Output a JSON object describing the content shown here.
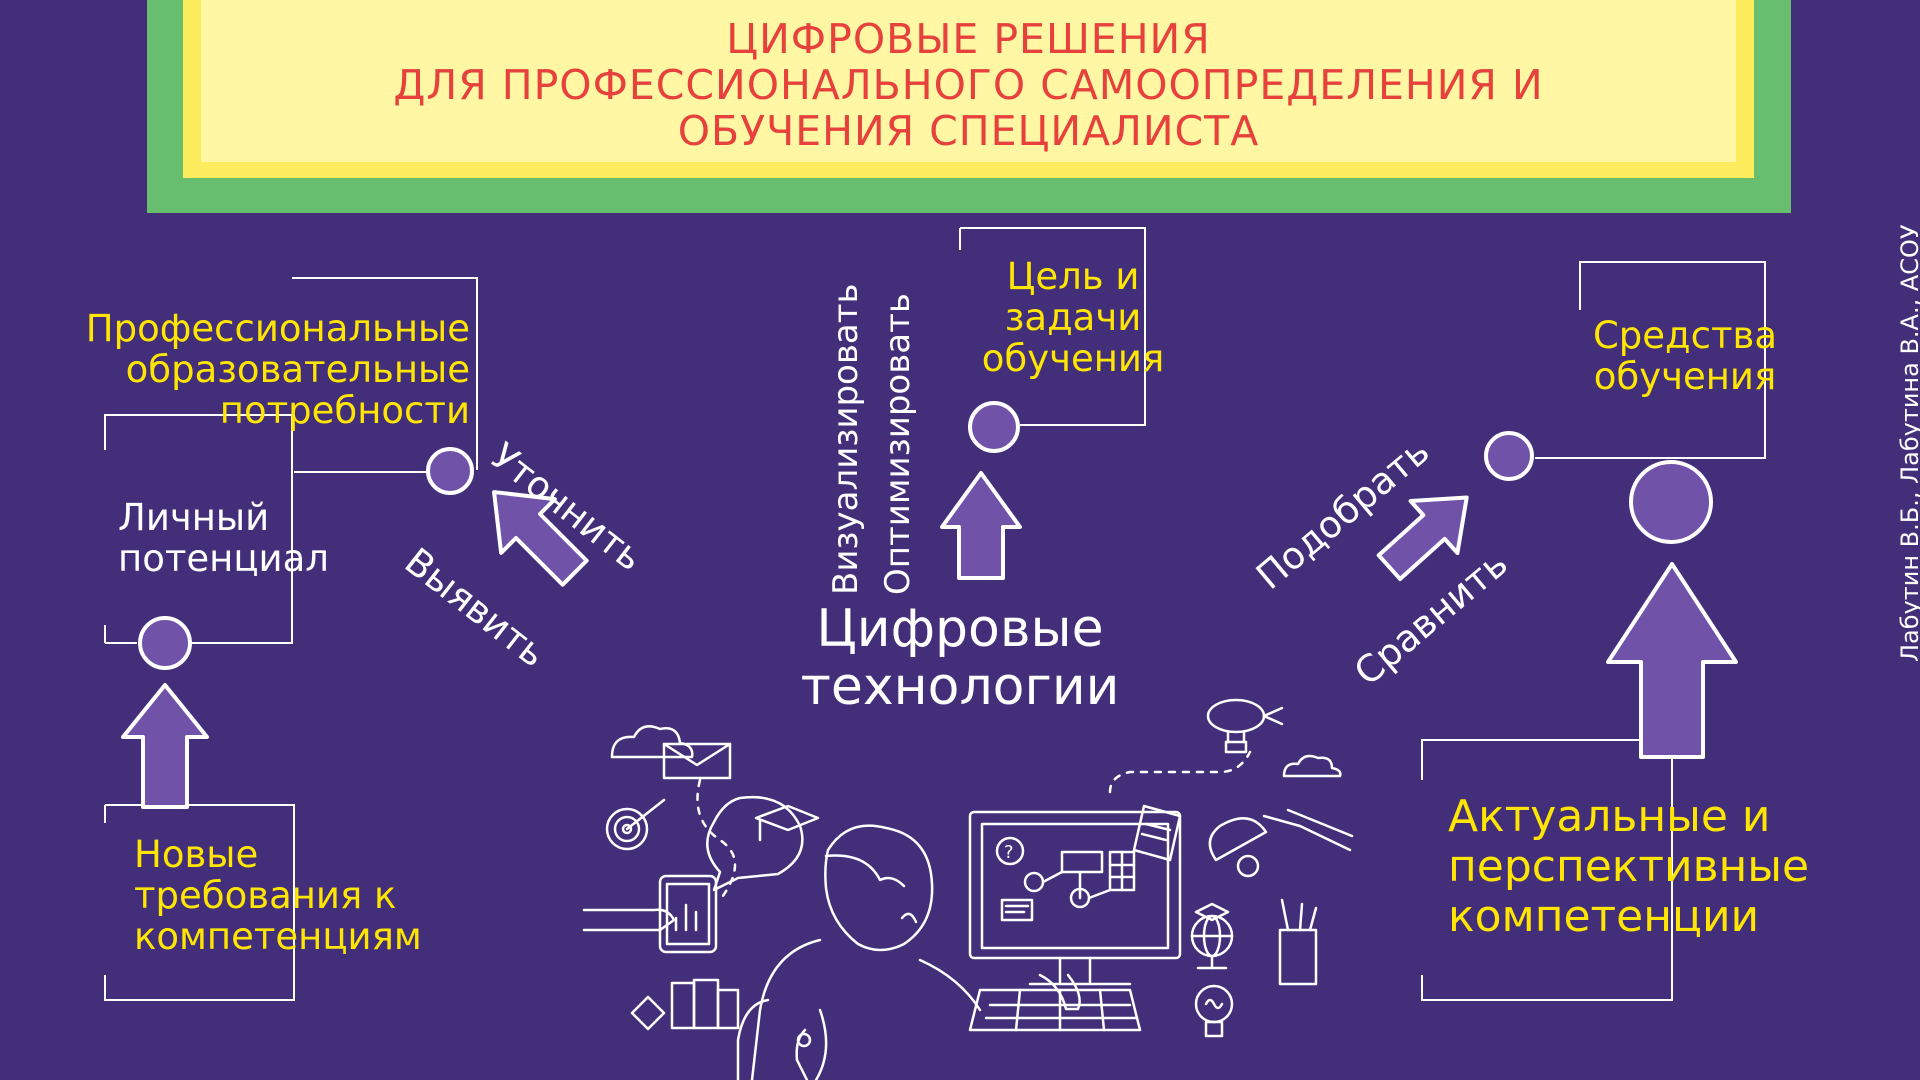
{
  "header": {
    "title_lines": [
      "ЦИФРОВЫЕ РЕШЕНИЯ",
      "ДЛЯ ПРОФЕССИОНАЛЬНОГО САМООПРЕДЕЛЕНИЯ И",
      "ОБУЧЕНИЯ СПЕЦИАЛИСТА"
    ]
  },
  "nodes": {
    "prof_needs": [
      "Профессиональные",
      "образовательные",
      "потребности"
    ],
    "personal": [
      "Личный",
      "потенциал"
    ],
    "new_reqs": [
      "Новые",
      "требования к",
      "компетенциям"
    ],
    "goal": [
      "Цель и",
      "задачи",
      "обучения"
    ],
    "means": [
      "Средства",
      "обучения"
    ],
    "competencies": [
      "Актуальные и",
      "перспективные",
      "компетенции"
    ],
    "digital": [
      "Цифровые",
      "технологии"
    ]
  },
  "verbs": {
    "clarify": "Уточнить",
    "identify": "Выявить",
    "visualize": "Визуализировать",
    "optimize": "Оптимизировать",
    "select": "Подобрать",
    "compare": "Сравнить"
  },
  "author": "Лабутин В.Б., Лабутина В.А., АСОУ",
  "illustration": {
    "question_mark": "?"
  },
  "colors": {
    "background": "#432e79",
    "title": "#e6413c",
    "accent_yellow": "#fee502",
    "arrow_fill": "#7052a8",
    "line": "#ffffff",
    "header_green": "#67be6e",
    "header_yellow": "#fdec5e",
    "header_light": "#fff7a3"
  }
}
